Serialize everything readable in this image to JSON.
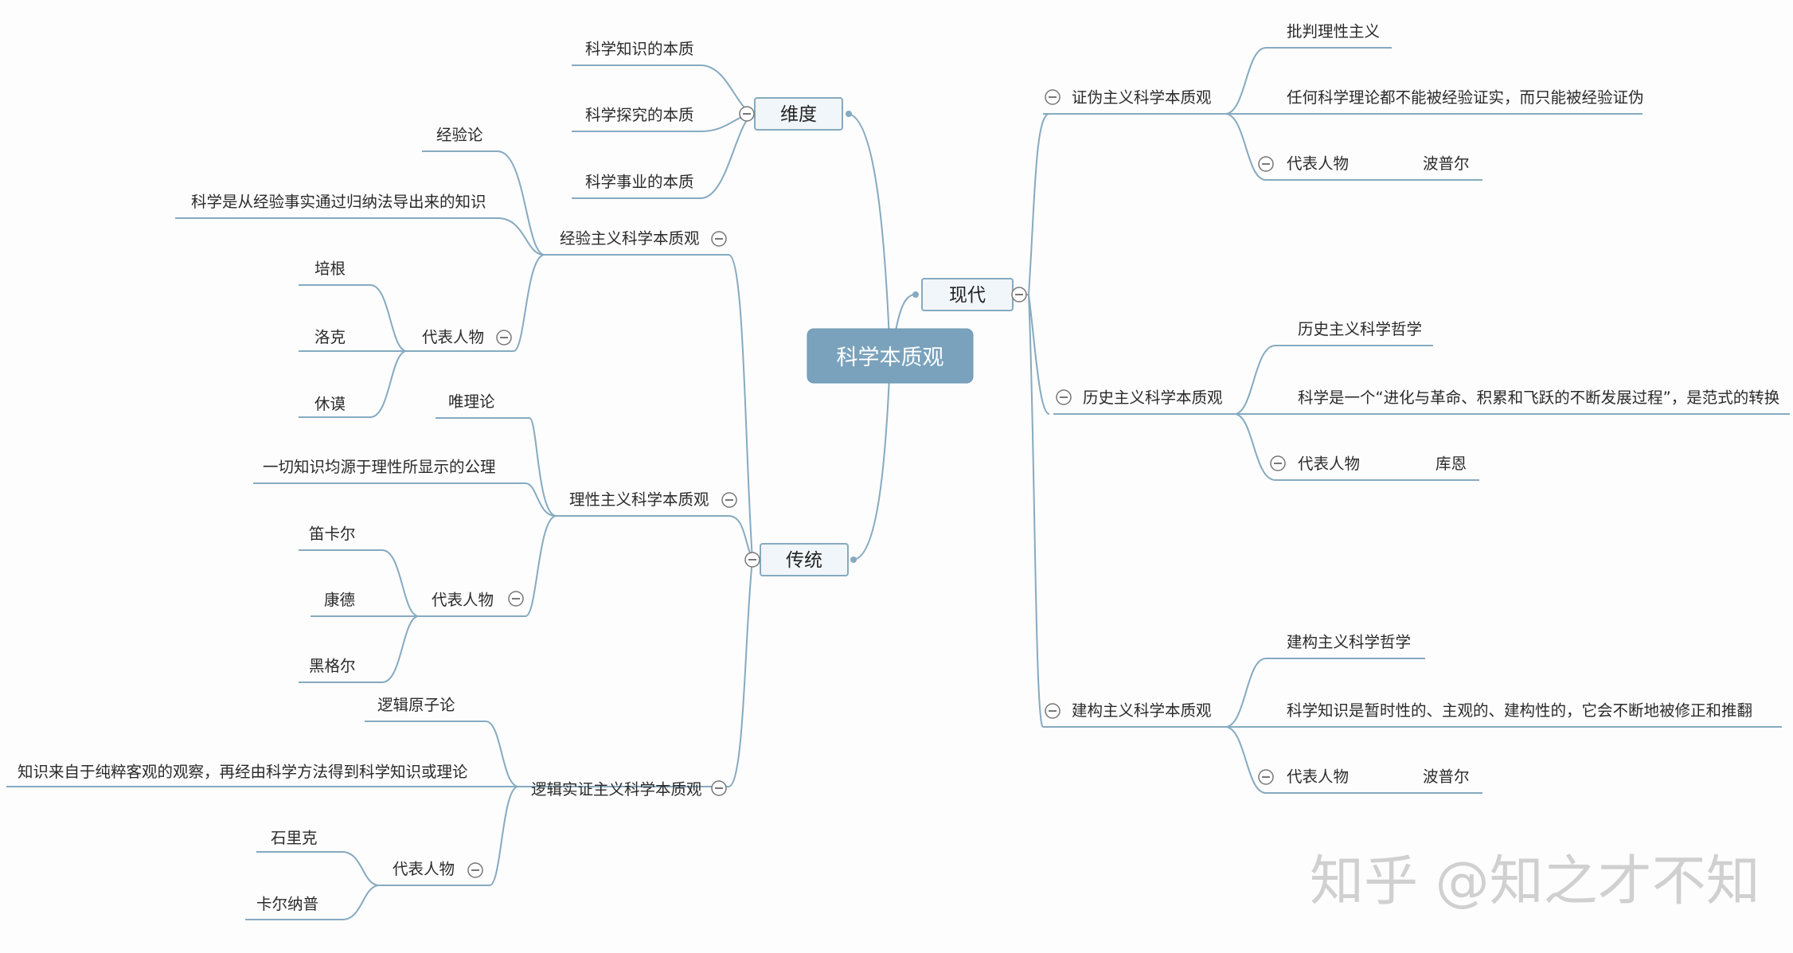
{
  "root": "科学本质观",
  "dimension": {
    "label": "维度",
    "items": [
      "科学知识的本质",
      "科学探究的本质",
      "科学事业的本质"
    ]
  },
  "modern": {
    "label": "现代",
    "falsificationism": {
      "label": "证伪主义科学本质观",
      "items": [
        "批判理性主义",
        "任何科学理论都不能被经验证实，而只能被经验证伪"
      ],
      "rep_label": "代表人物",
      "rep": [
        "波普尔"
      ]
    },
    "historicism": {
      "label": "历史主义科学本质观",
      "items": [
        "历史主义科学哲学",
        "科学是一个“进化与革命、积累和飞跃的不断发展过程”，是范式的转换"
      ],
      "rep_label": "代表人物",
      "rep": [
        "库恩"
      ]
    },
    "constructivism": {
      "label": "建构主义科学本质观",
      "items": [
        "建构主义科学哲学",
        "科学知识是暂时性的、主观的、建构性的，它会不断地被修正和推翻"
      ],
      "rep_label": "代表人物",
      "rep": [
        "波普尔"
      ]
    }
  },
  "traditional": {
    "label": "传统",
    "empiricism": {
      "label": "经验主义科学本质观",
      "items": [
        "经验论",
        "科学是从经验事实通过归纳法导出来的知识"
      ],
      "rep_label": "代表人物",
      "rep": [
        "培根",
        "洛克",
        "休谟"
      ]
    },
    "rationalism": {
      "label": "理性主义科学本质观",
      "items": [
        "唯理论",
        "一切知识均源于理性所显示的公理"
      ],
      "rep_label": "代表人物",
      "rep": [
        "笛卡尔",
        "康德",
        "黑格尔"
      ]
    },
    "positivism": {
      "label": "逻辑实证主义科学本质观",
      "items": [
        "逻辑原子论",
        "知识来自于纯粹客观的观察，再经由科学方法得到科学知识或理论"
      ],
      "rep_label": "代表人物",
      "rep": [
        "石里克",
        "卡尔纳普"
      ]
    }
  },
  "watermark": "知乎 @知之才不知",
  "colors": {
    "root_fill": "#7aa2bd",
    "line": "#86aac0",
    "node_border": "#86aac0",
    "node_fill": "#f1f6fa",
    "watermark": "#c9c9c9"
  }
}
